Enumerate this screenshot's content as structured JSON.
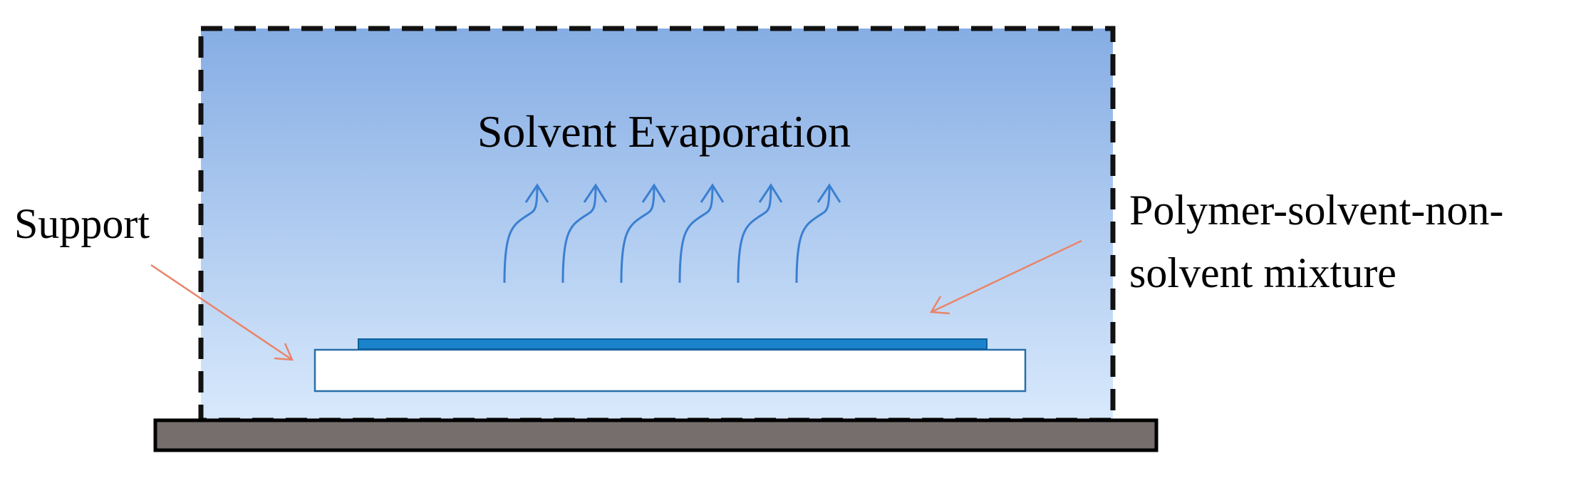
{
  "diagram": {
    "title": "Solvent Evaporation",
    "labels": {
      "support": "Support",
      "mixture_line1": "Polymer-solvent-non-",
      "mixture_line2": "solvent mixture"
    },
    "arrow_count": 6,
    "colors": {
      "chamber_top": "#86ade4",
      "chamber_bottom": "#d8e9fc",
      "chamber_border": "#111111",
      "vapor_arrow": "#3b7fd1",
      "film": "#1a83cc",
      "support_fill": "#ffffff",
      "support_border": "#2a6ea8",
      "base_plate": "#756e6c",
      "pointer_line": "#e8856a"
    }
  }
}
